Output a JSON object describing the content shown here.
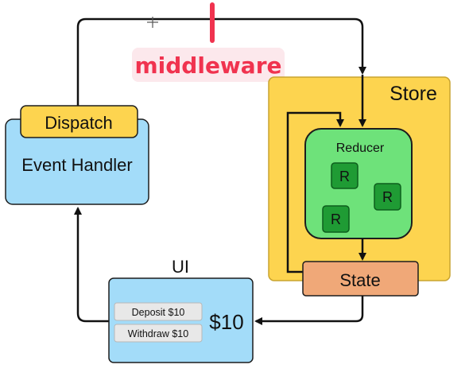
{
  "labels": {
    "middleware": "middleware",
    "store": "Store",
    "reducer": "Reducer",
    "reducer_item": "R",
    "state": "State",
    "dispatch": "Dispatch",
    "event_handler": "Event Handler",
    "ui": "UI",
    "deposit": "Deposit $10",
    "withdraw": "Withdraw $10",
    "balance": "$10"
  },
  "colors": {
    "store_fill": "#fdd44f",
    "reducer_fill": "#6ee27a",
    "reducer_item_fill": "#1f9b34",
    "state_fill": "#f0a878",
    "dispatch_fill": "#fdd44f",
    "event_handler_fill": "#a3dcf9",
    "ui_fill": "#a3dcf9",
    "middleware_accent": "#f0334f"
  }
}
